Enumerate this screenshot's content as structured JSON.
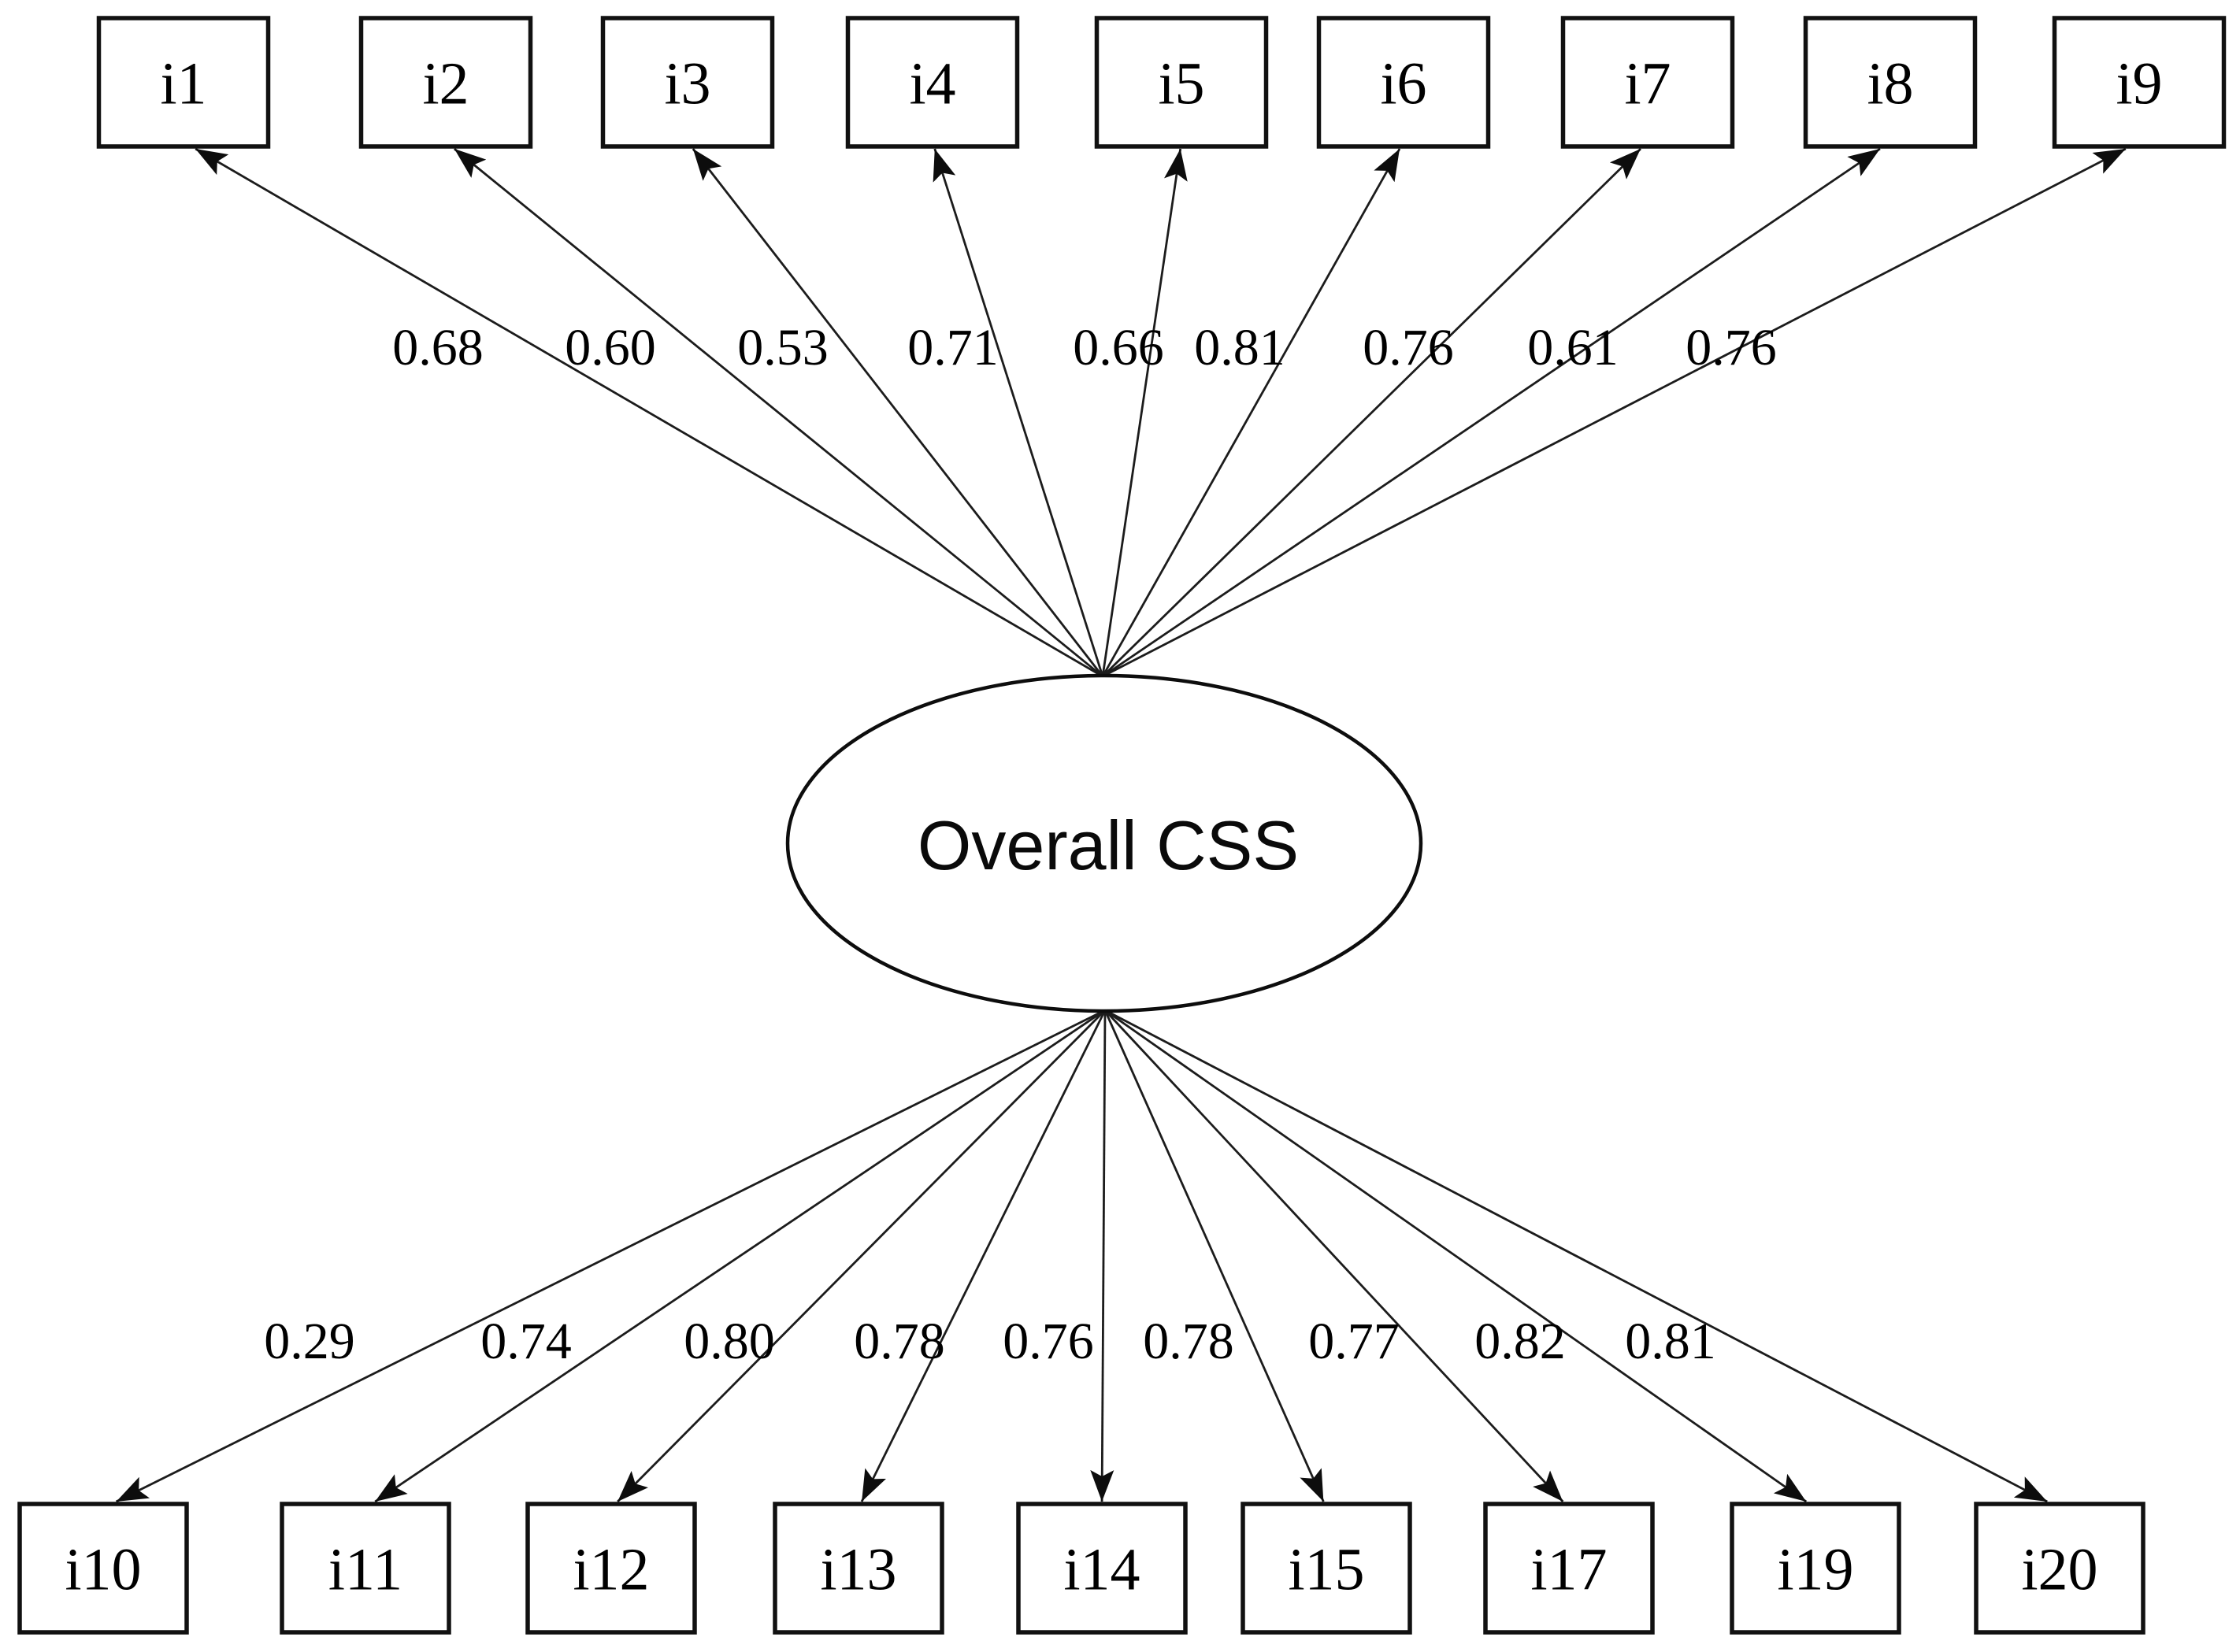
{
  "diagram": {
    "type": "cfa-path-diagram",
    "latent": {
      "label": "Overall CSS"
    },
    "top_indicators": [
      {
        "id": "i1",
        "loading": "0.68"
      },
      {
        "id": "i2",
        "loading": "0.60"
      },
      {
        "id": "i3",
        "loading": "0.53"
      },
      {
        "id": "i4",
        "loading": "0.71"
      },
      {
        "id": "i5",
        "loading": "0.66"
      },
      {
        "id": "i6",
        "loading": "0.81"
      },
      {
        "id": "i7",
        "loading": "0.76"
      },
      {
        "id": "i8",
        "loading": "0.61"
      },
      {
        "id": "i9",
        "loading": "0.76"
      }
    ],
    "bottom_indicators": [
      {
        "id": "i10",
        "loading": "0.29"
      },
      {
        "id": "i11",
        "loading": "0.74"
      },
      {
        "id": "i12",
        "loading": "0.80"
      },
      {
        "id": "i13",
        "loading": "0.78"
      },
      {
        "id": "i14",
        "loading": "0.76"
      },
      {
        "id": "i15",
        "loading": "0.78"
      },
      {
        "id": "i17",
        "loading": "0.77"
      },
      {
        "id": "i19",
        "loading": "0.82"
      },
      {
        "id": "i20",
        "loading": "0.81"
      }
    ],
    "colors": {
      "background": "#ffffff",
      "line": "#1c1c1c",
      "box_border": "#111111",
      "text": "#000000"
    }
  }
}
